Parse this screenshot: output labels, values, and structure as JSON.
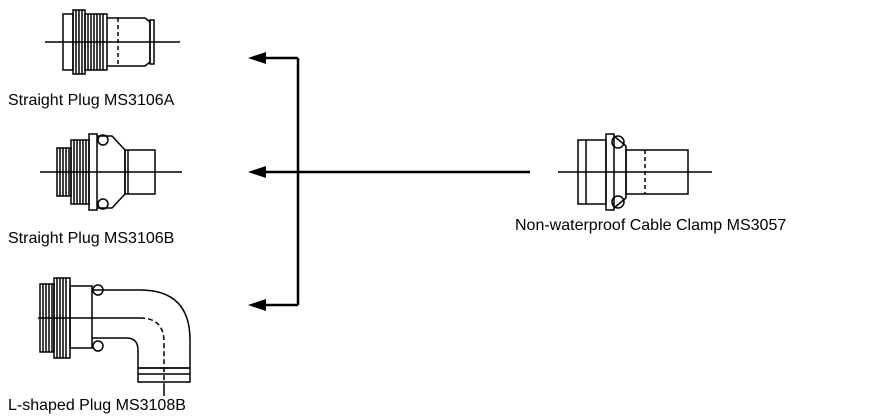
{
  "labels": {
    "straight_a": "Straight Plug MS3106A",
    "straight_b": "Straight Plug MS3106B",
    "l_shaped": "L-shaped Plug MS3108B",
    "clamp": "Non-waterproof Cable Clamp MS3057"
  },
  "colors": {
    "line": "#000000",
    "background": "#ffffff"
  }
}
